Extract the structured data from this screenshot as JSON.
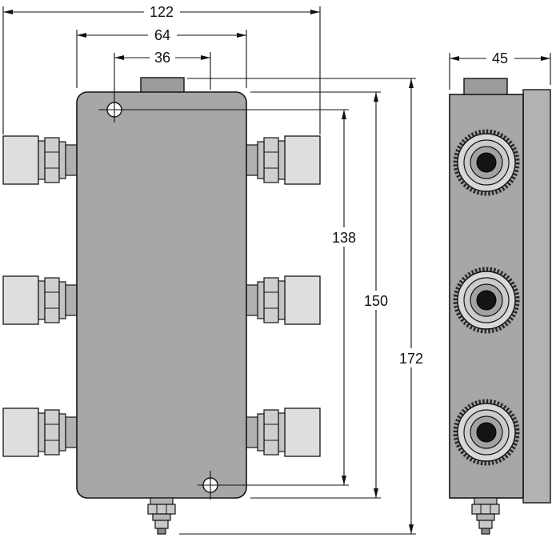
{
  "dims": {
    "overall_width": "122",
    "body_width": "64",
    "hole_offset_x": "36",
    "hole_spacing_y": "138",
    "body_height": "150",
    "overall_height": "172",
    "depth": "45"
  },
  "colors": {
    "background": "#ffffff",
    "body_gray": "#a7a7a7",
    "block_gray": "#dedede",
    "line_black": "#111111"
  }
}
